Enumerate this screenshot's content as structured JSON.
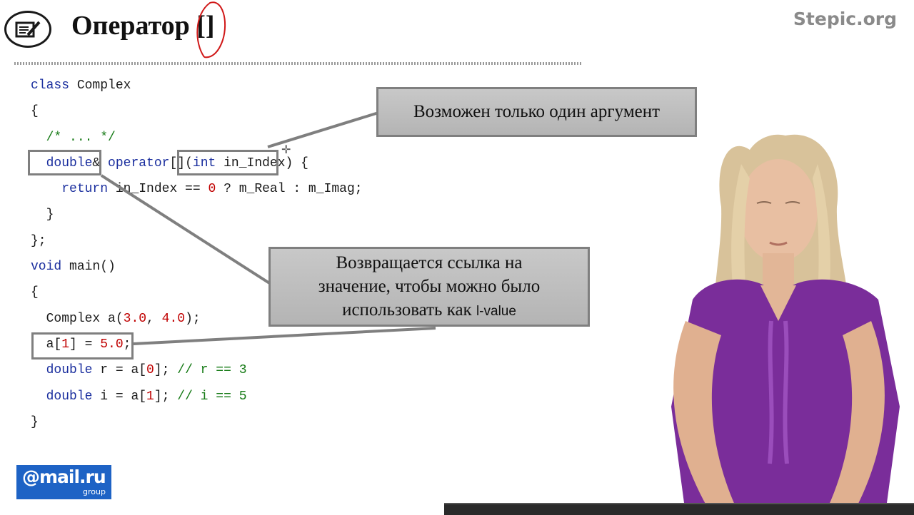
{
  "header": {
    "title": "Оператор []",
    "site": "Stepic.org",
    "icon": "notepad-pencil-icon"
  },
  "code": {
    "l1": [
      "class",
      "Complex"
    ],
    "l2": "{",
    "l3": "/* ... */",
    "l4": [
      "double",
      "&",
      "operator",
      "[]",
      "(",
      "int",
      "in_Index",
      ")",
      "{"
    ],
    "l5": [
      "return",
      "in_Index ==",
      "0",
      "? m_Real : m_Imag;"
    ],
    "l6": "}",
    "l7": "};",
    "l8": [
      "void",
      "main()"
    ],
    "l9": "{",
    "l10": [
      "Complex a(",
      "3.0",
      ",",
      "4.0",
      ");"
    ],
    "l11": [
      "a[",
      "1",
      "] =",
      "5.0",
      ";"
    ],
    "l12": [
      "double",
      "r = a[",
      "0",
      "];",
      "// r == 3"
    ],
    "l13": [
      "double",
      "i = a[",
      "1",
      "];",
      "// i == 5"
    ],
    "l14": "}"
  },
  "callouts": {
    "one_arg": "Возможен только один аргумент",
    "ref_line1": "Возвращается ссылка на",
    "ref_line2": "значение, чтобы можно было",
    "ref_line3": "использовать как",
    "ref_lvalue": "l-value"
  },
  "brand": {
    "mailru_text": "@mail.ru",
    "mailru_sub": "group"
  },
  "colors": {
    "keyword": "#1a2e9e",
    "comment": "#157a15",
    "number": "#c00000",
    "callout_bg": "#bebebe",
    "mailru_bg": "#1e63c5"
  }
}
